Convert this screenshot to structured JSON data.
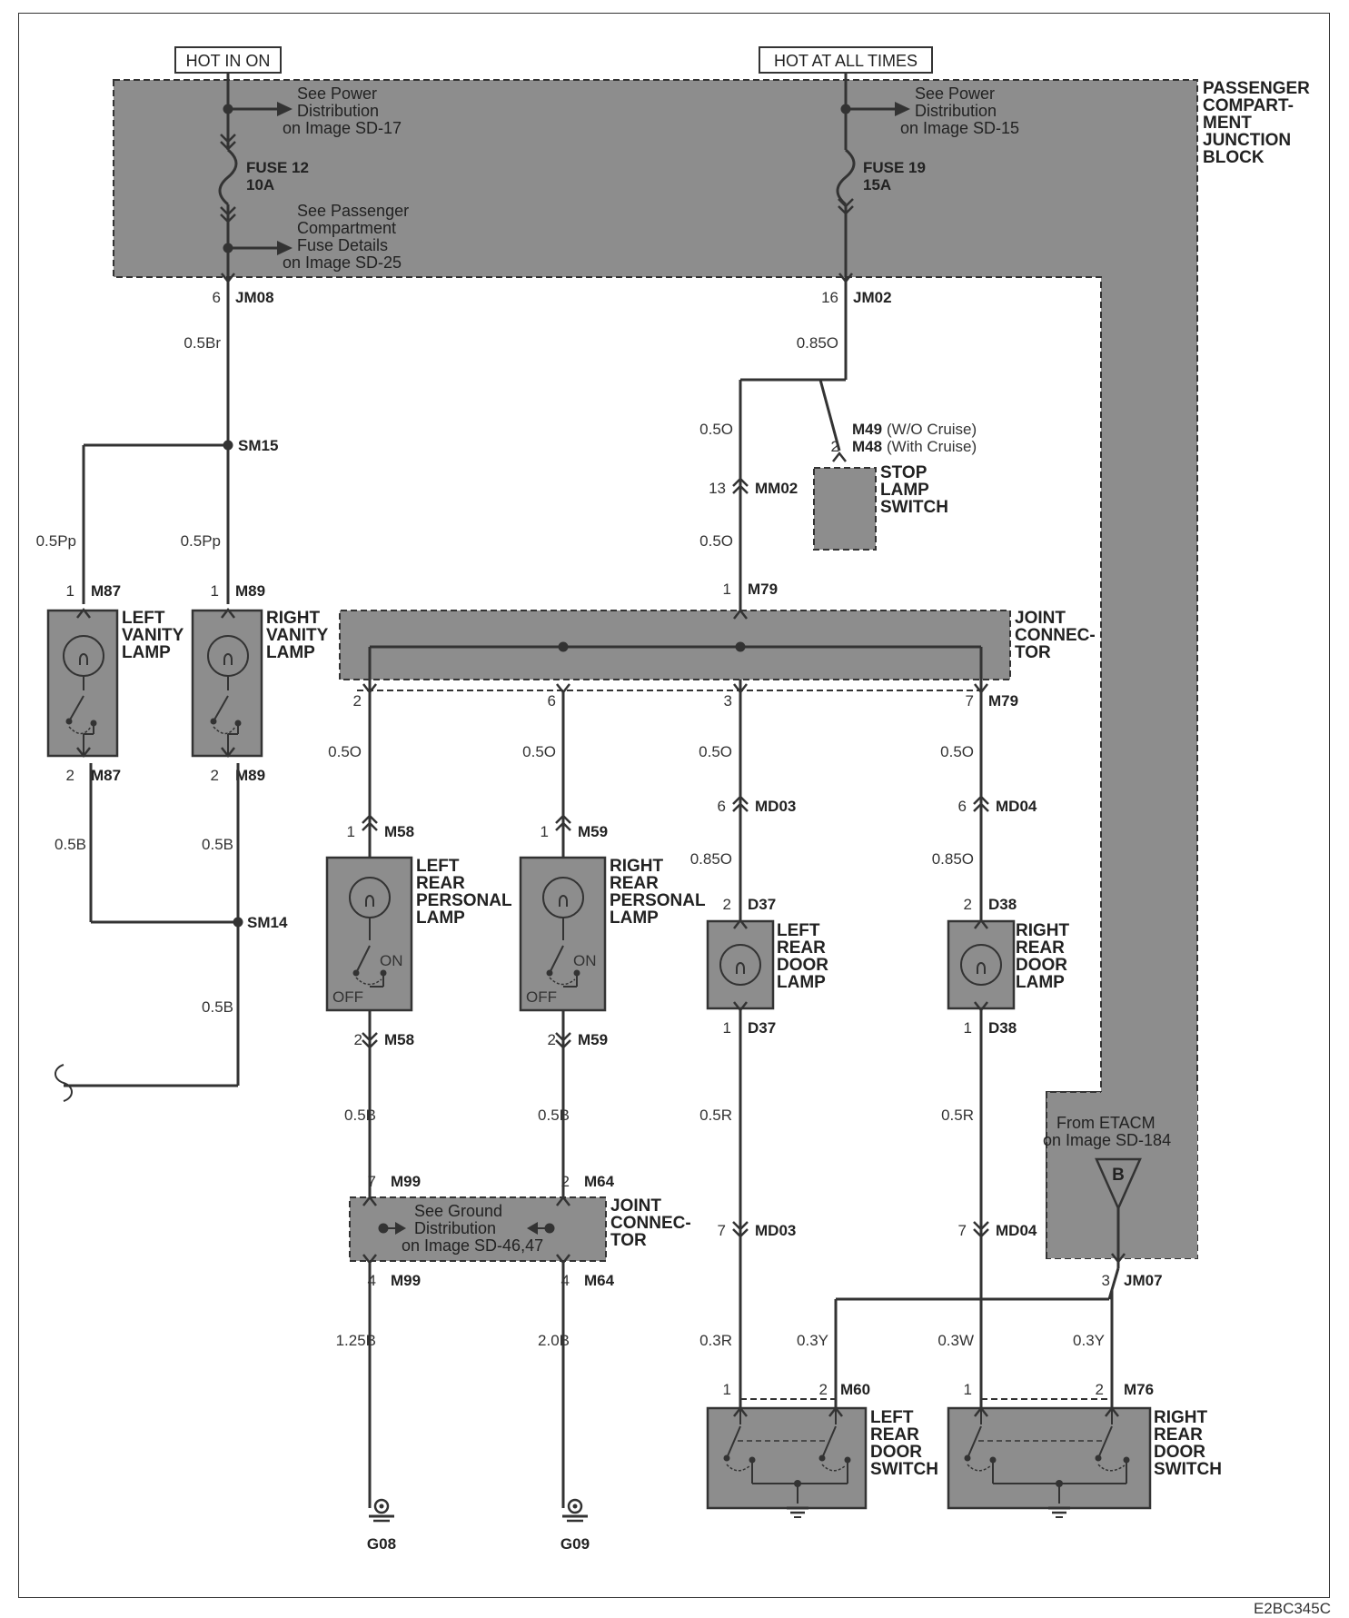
{
  "headers": {
    "hot_in_on": "HOT IN ON",
    "hot_at_all_times": "HOT AT ALL TIMES"
  },
  "junction_block": {
    "name": [
      "PASSENGER",
      "COMPART-",
      "MENT",
      "JUNCTION",
      "BLOCK"
    ]
  },
  "notes": {
    "power_sd17": [
      "See Power",
      "Distribution",
      "on Image SD-17"
    ],
    "power_sd15": [
      "See Power",
      "Distribution",
      "on Image SD-15"
    ],
    "fuse_details": [
      "See Passenger",
      "Compartment",
      "Fuse Details",
      "on Image SD-25"
    ],
    "ground_dist": [
      "See Ground",
      "Distribution",
      "on Image SD-46,47"
    ],
    "etacm": [
      "From ETACM",
      "on Image SD-184"
    ]
  },
  "fuses": {
    "fuse12": [
      "FUSE 12",
      "10A"
    ],
    "fuse19": [
      "FUSE 19",
      "15A"
    ]
  },
  "connectors": {
    "jm08": {
      "pin": "6",
      "name": "JM08"
    },
    "jm02": {
      "pin": "16",
      "name": "JM02"
    },
    "m49": {
      "name": "M49",
      "note": "(W/O Cruise)"
    },
    "m48": {
      "pin": "2",
      "name": "M48",
      "note": "(With Cruise)"
    },
    "mm02": {
      "pin": "13",
      "name": "MM02"
    },
    "m79_in": {
      "pin": "1",
      "name": "M79"
    },
    "m79_out": {
      "name": "M79"
    },
    "m79_pins": [
      "2",
      "6",
      "3",
      "7"
    ],
    "sm15": "SM15",
    "sm14": "SM14",
    "m87_1": {
      "pin": "1",
      "name": "M87"
    },
    "m89_1": {
      "pin": "1",
      "name": "M89"
    },
    "m87_2": {
      "pin": "2",
      "name": "M87"
    },
    "m89_2": {
      "pin": "2",
      "name": "M89"
    },
    "m58_1": {
      "pin": "1",
      "name": "M58"
    },
    "m59_1": {
      "pin": "1",
      "name": "M59"
    },
    "m58_2": {
      "pin": "2",
      "name": "M58"
    },
    "m59_2": {
      "pin": "2",
      "name": "M59"
    },
    "md03_6": {
      "pin": "6",
      "name": "MD03"
    },
    "md04_6": {
      "pin": "6",
      "name": "MD04"
    },
    "d37_2": {
      "pin": "2",
      "name": "D37"
    },
    "d38_2": {
      "pin": "2",
      "name": "D38"
    },
    "d37_1": {
      "pin": "1",
      "name": "D37"
    },
    "d38_1": {
      "pin": "1",
      "name": "D38"
    },
    "m99_7": {
      "pin": "7",
      "name": "M99"
    },
    "m64_2": {
      "pin": "2",
      "name": "M64"
    },
    "m99_4": {
      "pin": "4",
      "name": "M99"
    },
    "m64_4": {
      "pin": "4",
      "name": "M64"
    },
    "md03_7": {
      "pin": "7",
      "name": "MD03"
    },
    "md04_7": {
      "pin": "7",
      "name": "MD04"
    },
    "jm07": {
      "pin": "3",
      "name": "JM07"
    },
    "m60": {
      "pin1": "1",
      "pin2": "2",
      "name": "M60"
    },
    "m76": {
      "pin1": "1",
      "pin2": "2",
      "name": "M76"
    }
  },
  "wires": {
    "w05Br": "0.5Br",
    "w085O_top": "0.85O",
    "w05O_stop": "0.5O",
    "w05O_mm02": "0.5O",
    "w05Pp_left": "0.5Pp",
    "w05Pp_right": "0.5Pp",
    "w05B_left": "0.5B",
    "w05B_right": "0.5B",
    "w05B_sm14": "0.5B",
    "w05O_1": "0.5O",
    "w05O_2": "0.5O",
    "w05O_3": "0.5O",
    "w05O_4": "0.5O",
    "w085O_d37": "0.85O",
    "w085O_d38": "0.85O",
    "w05B_m58": "0.5B",
    "w05B_m59": "0.5B",
    "w05R_d37": "0.5R",
    "w05R_d38": "0.5R",
    "w125B": "1.25B",
    "w20B": "2.0B",
    "w03R": "0.3R",
    "w03Y_l": "0.3Y",
    "w03W": "0.3W",
    "w03Y_r": "0.3Y"
  },
  "components": {
    "stop_lamp_switch": [
      "STOP",
      "LAMP",
      "SWITCH"
    ],
    "left_vanity_lamp": [
      "LEFT",
      "VANITY",
      "LAMP"
    ],
    "right_vanity_lamp": [
      "RIGHT",
      "VANITY",
      "LAMP"
    ],
    "joint_connector_top": [
      "JOINT",
      "CONNEC-",
      "TOR"
    ],
    "joint_connector_bottom": [
      "JOINT",
      "CONNEC-",
      "TOR"
    ],
    "left_rear_personal_lamp": [
      "LEFT",
      "REAR",
      "PERSONAL",
      "LAMP"
    ],
    "right_rear_personal_lamp": [
      "RIGHT",
      "REAR",
      "PERSONAL",
      "LAMP"
    ],
    "left_rear_door_lamp": [
      "LEFT",
      "REAR",
      "DOOR",
      "LAMP"
    ],
    "right_rear_door_lamp": [
      "RIGHT",
      "REAR",
      "DOOR",
      "LAMP"
    ],
    "left_rear_door_switch": [
      "LEFT",
      "REAR",
      "DOOR",
      "SWITCH"
    ],
    "right_rear_door_switch": [
      "RIGHT",
      "REAR",
      "DOOR",
      "SWITCH"
    ],
    "on_label": "ON",
    "off_label": "OFF",
    "etacm_terminal": "B"
  },
  "grounds": {
    "g08": "G08",
    "g09": "G09"
  },
  "image_code": "E2BC345C"
}
